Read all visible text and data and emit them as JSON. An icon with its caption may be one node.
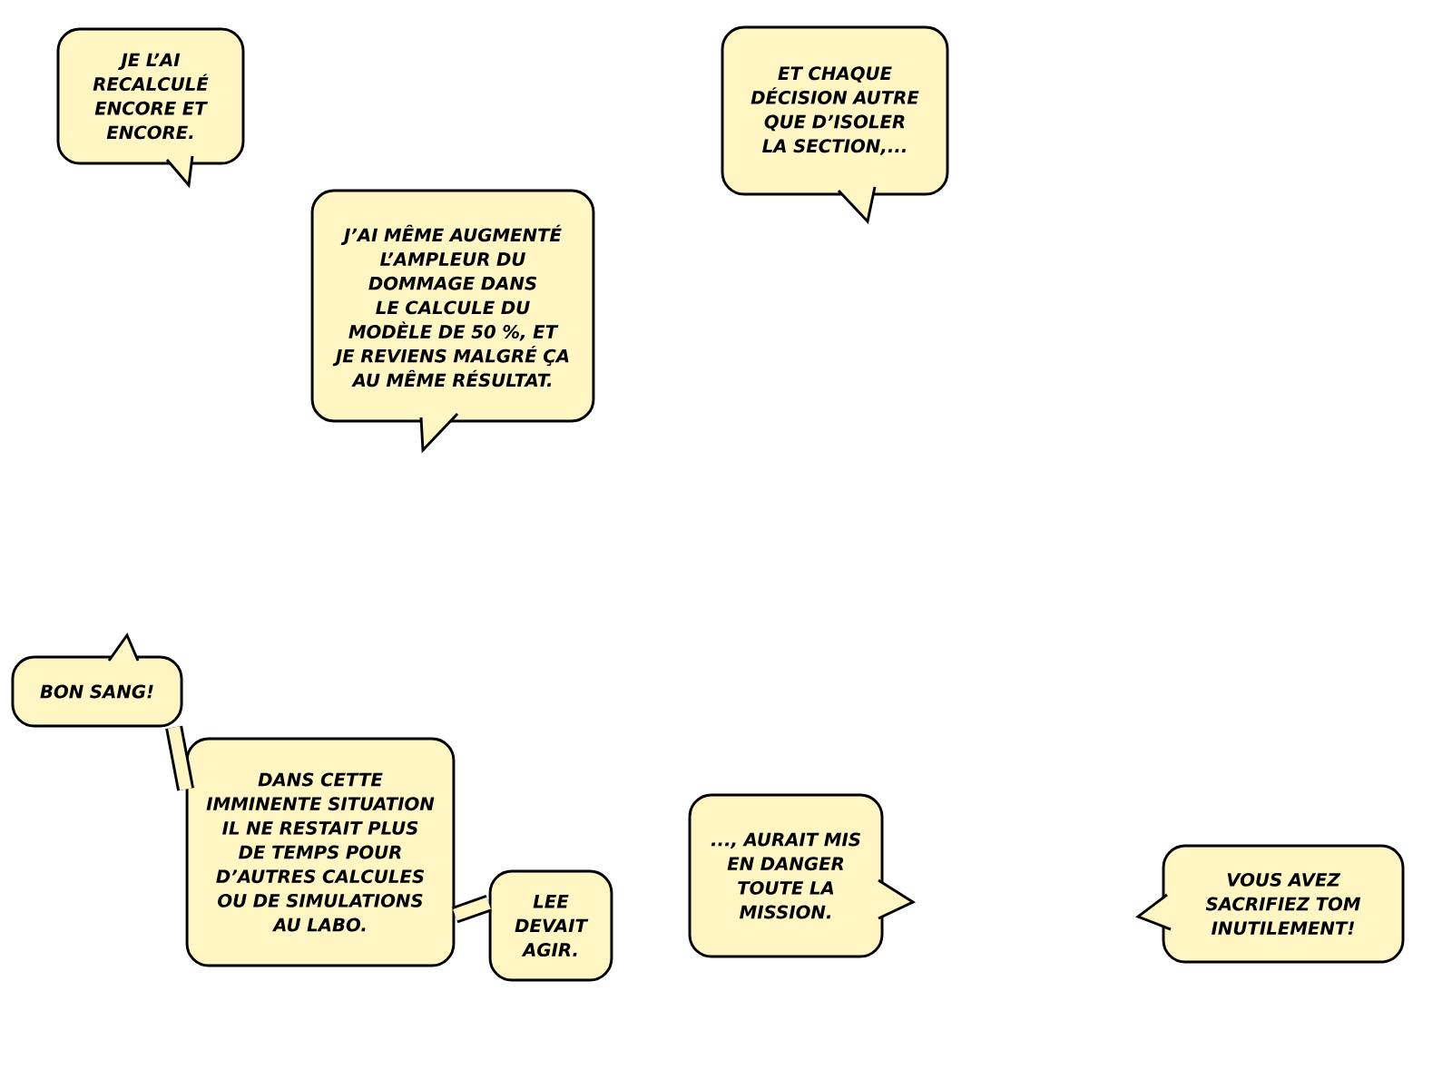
{
  "diagram": {
    "nodes": [
      {
        "text": [
          "JE L’AI RECALCULÉ ENCORE ET ENCORE."
        ]
      },
      {
        "text": [
          "J’AI MÊME AUGMENTÉ L’AMPLEUR DU DOMMAGE DANS LE CALCULE DU MODÈLE DE 50 %, ET JE REVIENS MALGRÉ ÇA AU MÊME RÉSULTAT."
        ]
      },
      {
        "text": [
          "ET CHAQUE DÉCISION AUTRE QUE D’ISOLER LA SECTION,..."
        ]
      },
      {
        "text": [
          "BON SANG!"
        ]
      },
      {
        "text": [
          "DANS CETTE IMMINENTE SITUATION IL NE RESTAIT PLUS DE TEMPS POUR D’AUTRES CALCULES OU DE SIMULATIONS AU LABO."
        ]
      },
      {
        "text": [
          "LEE DEVAIT AGIR."
        ]
      },
      {
        "text": [
          "..., AURAIT MIS EN DANGER TOUTE LA MISSION."
        ]
      },
      {
        "text": [
          "VOUS AVEZ SACRIFIEZ TOM INUTILEMENT!"
        ]
      }
    ],
    "edges": [
      {
        "from": 3,
        "to": 4,
        "arrow": "none"
      },
      {
        "from": 4,
        "to": 5,
        "arrow": "none"
      }
    ]
  }
}
